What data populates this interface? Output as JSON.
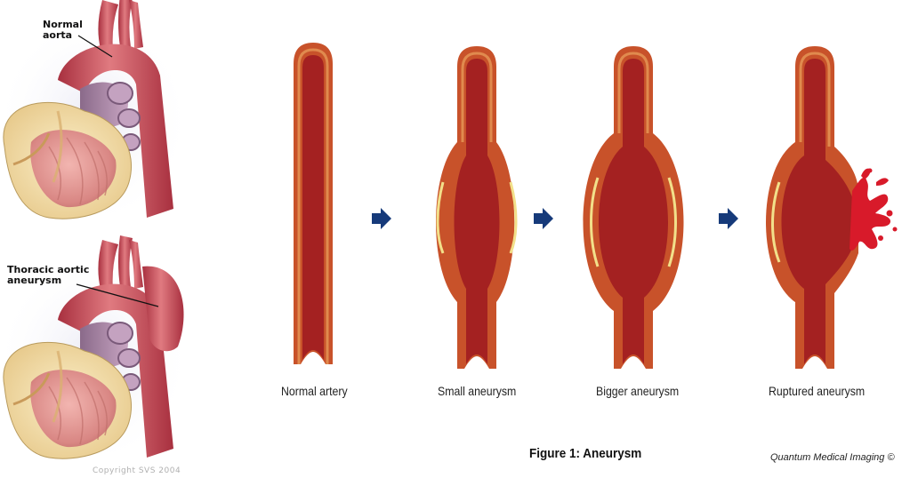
{
  "heart_panels": {
    "top_label_line1": "Normal",
    "top_label_line2": "aorta",
    "bottom_label_line1": "Thoracic aortic",
    "bottom_label_line2": "aneurysm",
    "copyright": "Copyright SVS 2004"
  },
  "stages": [
    {
      "label": "Normal artery"
    },
    {
      "label": "Small aneurysm"
    },
    {
      "label": "Bigger aneurysm"
    },
    {
      "label": "Ruptured aneurysm"
    }
  ],
  "figure_title": "Figure 1: Aneurysm",
  "credit": "Quantum Medical Imaging ©",
  "colors": {
    "artery_wall": "#c8522a",
    "artery_lumen": "#a42121",
    "artery_highlight": "#e08a4e",
    "plaque": "#f2e08a",
    "arrow": "#163a7a",
    "blood": "#d81a2a",
    "heart_muscle": "#e8a3a0",
    "heart_fat": "#f1d9a2",
    "aorta": "#c9485a"
  }
}
